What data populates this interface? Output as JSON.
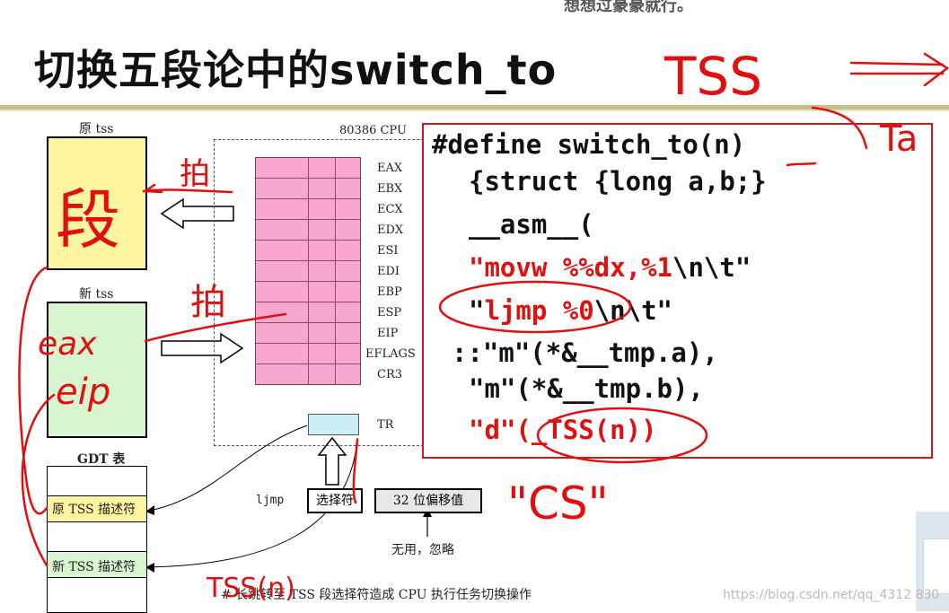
{
  "slide": {
    "top_caption": "想想过豪豪就行。",
    "title": "切换五段论中的switch_to",
    "watermark": "https://blog.csdn.net/qq_4312 830"
  },
  "diagram": {
    "old_tss_label": "原 tss",
    "new_tss_label": "新 tss",
    "cpu_label": "80386 CPU",
    "registers": [
      "EAX",
      "EBX",
      "ECX",
      "EDX",
      "ESI",
      "EDI",
      "EBP",
      "ESP",
      "EIP",
      "EFLAGS",
      "CR3"
    ],
    "tr_label": "TR",
    "gdt_label": "GDT 表",
    "gdt_old_desc": "原 TSS 描述符",
    "gdt_new_desc": "新 TSS 描述符",
    "ljmp_label": "ljmp",
    "selector_label": "选择符",
    "offset_label": "32 位偏移值",
    "unused_label": "无用，忽略",
    "caption": "# 长跳转至 TSS 段选择符造成 CPU 执行任务切换操作"
  },
  "code": {
    "line1": "#define switch_to(n)",
    "line2": "{struct {long a,b;}",
    "line3": "__asm__(",
    "line4_q1": "\"",
    "line4_red": "movw %%dx,%1",
    "line4_tail": "\\n\\t\"",
    "line5_q1": "\"",
    "line5_red": "ljmp %0",
    "line5_tail": "\\n\\t\"",
    "line6": "::\"m\"(*&__tmp.a),",
    "line7": "\"m\"(*&__tmp.b),",
    "line8_red": "\"d\"(_TSS(n))"
  },
  "annotations": {
    "tss_arrow": "TSS ⟹",
    "ta": "Ta",
    "duan": "段",
    "pai1": "拍",
    "pai2": "拍",
    "eax": "eax",
    "eip": "eip",
    "cs": "\"CS\"",
    "tssn": "TSS(n)"
  },
  "colors": {
    "accent_red": "#e01010",
    "old_tss_fill": "#fff5a0",
    "new_tss_fill": "#d8f5d0",
    "register_fill": "#f7a6cf",
    "tr_fill": "#cdeff8",
    "title_rule": "#c5c08a"
  }
}
